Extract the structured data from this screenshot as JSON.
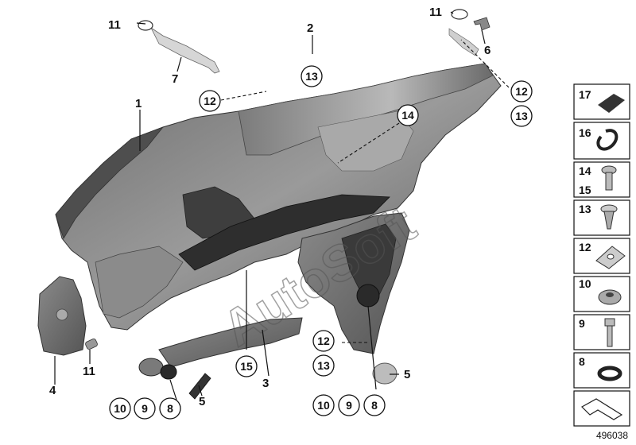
{
  "watermark": "AutoSoft",
  "diagram_number": "496038",
  "labels": {
    "l1": "1",
    "l2": "2",
    "l3": "3",
    "l4": "4",
    "l5a": "5",
    "l5b": "5",
    "l6": "6",
    "l7": "7",
    "l11a": "11",
    "l11b": "11",
    "l11c": "11"
  },
  "circles": {
    "c13a": "13",
    "c12a": "12",
    "c12b": "12",
    "c13b": "13",
    "c14": "14",
    "c15": "15",
    "c12c": "12",
    "c13c": "13",
    "c10a": "10",
    "c9a": "9",
    "c8a": "8",
    "c10b": "10",
    "c9b": "9",
    "c8b": "8"
  },
  "legend": [
    {
      "top": "17"
    },
    {
      "top": "16"
    },
    {
      "top": "14",
      "bottom": "15"
    },
    {
      "top": "13"
    },
    {
      "top": "12"
    },
    {
      "top": "10"
    },
    {
      "top": "9"
    },
    {
      "top": "8"
    },
    {}
  ]
}
